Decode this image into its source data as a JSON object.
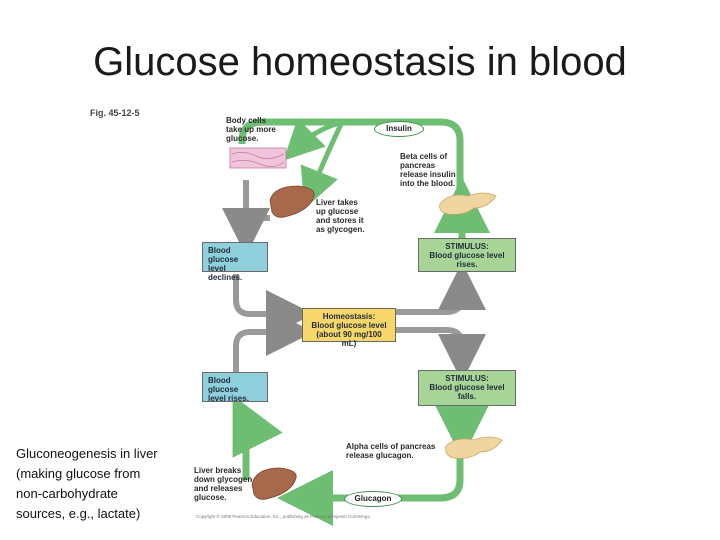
{
  "slide": {
    "title": "Glucose homeostasis in blood",
    "side_note": "Gluconeogenesis in liver\n(making glucose from\nnon-carbohydrate\nsources, e.g., lactate)"
  },
  "figure": {
    "fig_label": "Fig. 45-12-5",
    "body_cells_label": "Body cells\ntake up more\nglucose.",
    "insulin_label": "Insulin",
    "beta_cells_label": "Beta cells of\npancreas\nrelease insulin\ninto the blood.",
    "liver_stores_label": "Liver takes\nup glucose\nand stores it\nas glycogen.",
    "decline_box": "Blood glucose\nlevel declines.",
    "stimulus_rise_box": "STIMULUS:\nBlood glucose level\nrises.",
    "homeostasis_box": "Homeostasis:\nBlood glucose level\n(about 90 mg/100 mL)",
    "rise_box": "Blood glucose\nlevel rises.",
    "stimulus_fall_box": "STIMULUS:\nBlood glucose level\nfalls.",
    "alpha_cells_label": "Alpha cells of pancreas\nrelease glucagon.",
    "liver_breaks_label": "Liver breaks\ndown glycogen\nand releases\nglucose.",
    "glucagon_label": "Glucagon",
    "copyright": "Copyright © 2008 Pearson Education, Inc., publishing as Pearson Benjamin Cummings."
  },
  "colors": {
    "loop_arrow": "#6dbd72",
    "down_arrow": "#9a9a9a",
    "box_blue": "#8fd0dc",
    "box_green": "#a7d597",
    "box_yellow": "#f7d76a",
    "liver": "#a8684c",
    "pancreas": "#efd6a0"
  },
  "icons": [
    "body-cells-tissue-icon",
    "liver-icon",
    "pancreas-icon"
  ]
}
